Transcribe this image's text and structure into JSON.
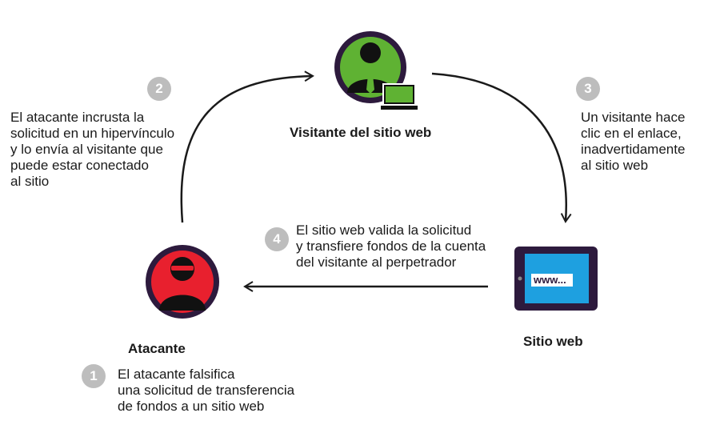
{
  "nodes": {
    "visitor": {
      "label": "Visitante del sitio web",
      "icon": "visitor-with-laptop-icon",
      "color": "#5fb233"
    },
    "attacker": {
      "label": "Atacante",
      "icon": "attacker-mask-icon",
      "color": "#e8202e"
    },
    "website": {
      "label": "Sitio web",
      "icon": "tablet-browser-icon",
      "screen_text": "www...",
      "color": "#1ea0e0"
    }
  },
  "steps": [
    {
      "number": "1",
      "text": "El atacante falsifica\nuna solicitud  de transferencia\nde fondos a un sitio web"
    },
    {
      "number": "2",
      "text": "El atacante incrusta la\nsolicitud en un hipervínculo\ny lo envía al visitante que\npuede estar conectado\nal sitio"
    },
    {
      "number": "3",
      "text": "Un visitante hace\nclic en el enlace,\ninadvertidamente\nal sitio web"
    },
    {
      "number": "4",
      "text": "El sitio web valida la solicitud\ny transfiere fondos de la cuenta\n del visitante al perpetrador"
    }
  ],
  "colors": {
    "ring": "#2d1a3d",
    "step_badge": "#bdbdbd",
    "arrow": "#1a1a1a"
  }
}
